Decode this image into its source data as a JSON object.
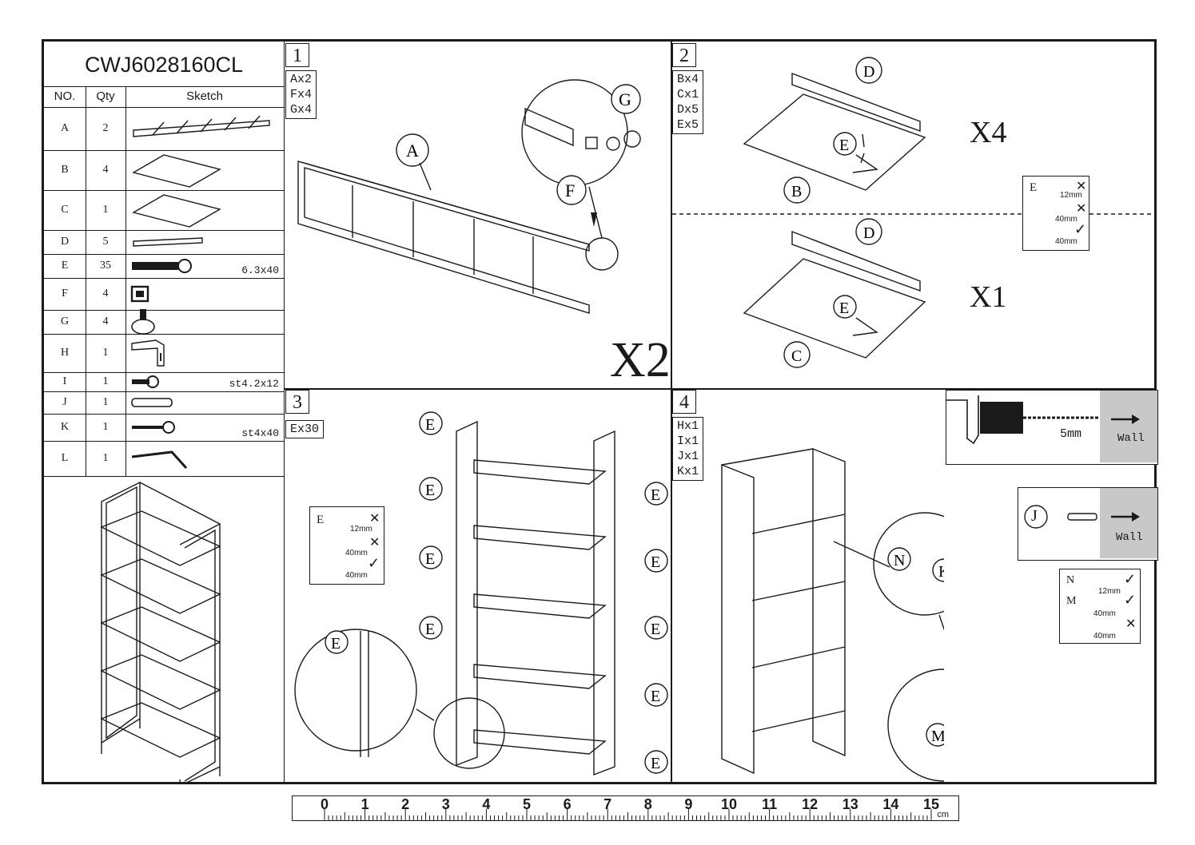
{
  "model": "CWJ6028160CL",
  "table_headers": {
    "no": "NO.",
    "qty": "Qty",
    "sketch": "Sketch"
  },
  "parts": [
    {
      "no": "A",
      "qty": "2",
      "spec": "",
      "icon": "ladder-frame-icon"
    },
    {
      "no": "B",
      "qty": "4",
      "spec": "",
      "icon": "shelf-board-icon"
    },
    {
      "no": "C",
      "qty": "1",
      "spec": "",
      "icon": "shelf-board-icon"
    },
    {
      "no": "D",
      "qty": "5",
      "spec": "",
      "icon": "backrail-icon"
    },
    {
      "no": "E",
      "qty": "35",
      "spec": "6.3x40",
      "icon": "bolt-icon"
    },
    {
      "no": "F",
      "qty": "4",
      "spec": "",
      "icon": "insert-nut-icon"
    },
    {
      "no": "G",
      "qty": "4",
      "spec": "",
      "icon": "leveling-foot-icon"
    },
    {
      "no": "H",
      "qty": "1",
      "spec": "",
      "icon": "l-bracket-icon"
    },
    {
      "no": "I",
      "qty": "1",
      "spec": "st4.2x12",
      "icon": "short-screw-icon"
    },
    {
      "no": "J",
      "qty": "1",
      "spec": "",
      "icon": "wall-anchor-icon"
    },
    {
      "no": "K",
      "qty": "1",
      "spec": "st4x40",
      "icon": "long-screw-icon"
    },
    {
      "no": "L",
      "qty": "1",
      "spec": "",
      "icon": "allen-key-icon"
    }
  ],
  "steps": [
    {
      "num": "1",
      "parts": [
        "Ax2",
        "Fx4",
        "Gx4"
      ],
      "multiplier": "X2"
    },
    {
      "num": "2",
      "parts": [
        "Bx4",
        "Cx1",
        "Dx5",
        "Ex5"
      ],
      "multiplier_top": "X4",
      "multiplier_bottom": "X1"
    },
    {
      "num": "3",
      "parts": [
        "Ex30"
      ]
    },
    {
      "num": "4",
      "parts": [
        "Hx1",
        "Ix1",
        "Jx1",
        "Kx1"
      ]
    }
  ],
  "labels": {
    "A": "A",
    "B": "B",
    "C": "C",
    "D": "D",
    "E": "E",
    "F": "F",
    "G": "G",
    "J": "J",
    "K": "K",
    "M": "M",
    "N": "N"
  },
  "screw_legend": {
    "title": "E",
    "short": "12mm",
    "long": "40mm"
  },
  "wall_screw_legend": {
    "n": "N",
    "m": "M",
    "short": "12mm",
    "long": "40mm"
  },
  "drill": {
    "size": "5mm",
    "wall": "Wall"
  },
  "ruler": {
    "numbers": [
      "0",
      "1",
      "2",
      "3",
      "4",
      "5",
      "6",
      "7",
      "8",
      "9",
      "10",
      "11",
      "12",
      "13",
      "14",
      "15"
    ],
    "unit": "cm"
  }
}
